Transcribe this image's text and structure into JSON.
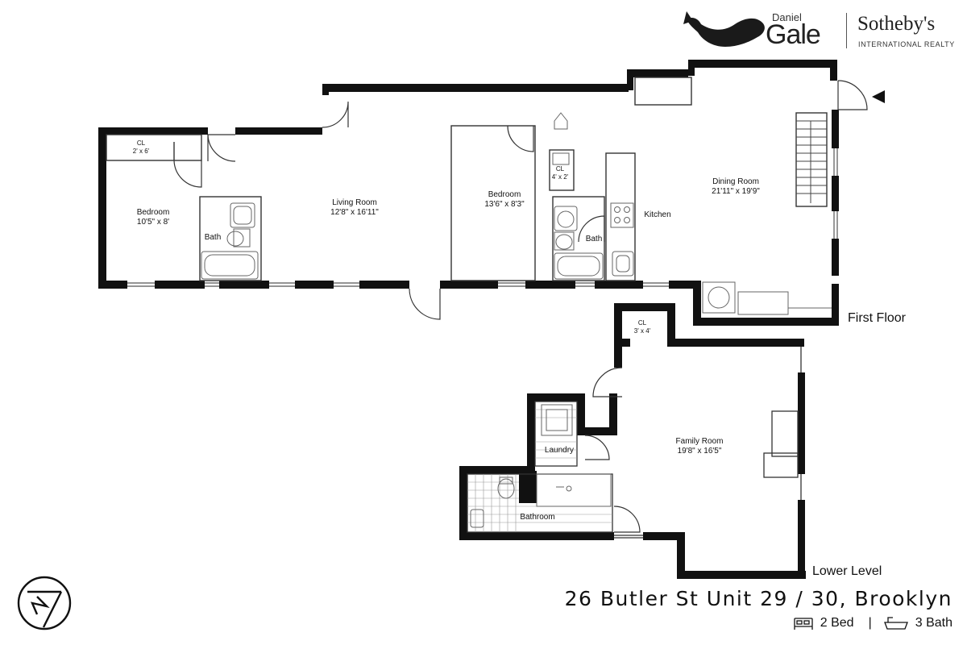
{
  "brand": {
    "daniel": "Daniel",
    "gale": "Gale",
    "sothebys": "Sotheby's",
    "international": "INTERNATIONAL REALTY",
    "logo_icon": "whale-icon"
  },
  "floors": {
    "first": "First Floor",
    "lower": "Lower Level"
  },
  "rooms": {
    "cl1_name": "CL",
    "cl1_size": "2' x 6'",
    "bedroom1_name": "Bedroom",
    "bedroom1_size": "10'5\" x 8'",
    "bath1": "Bath",
    "living_name": "Living Room",
    "living_size": "12'8\" x 16'11\"",
    "bedroom2_name": "Bedroom",
    "bedroom2_size": "13'6\" x 8'3\"",
    "cl2_name": "CL",
    "cl2_size": "4' x 2'",
    "bath2": "Bath",
    "kitchen": "Kitchen",
    "dining_name": "Dining Room",
    "dining_size": "21'11\" x 19'9\"",
    "cl3_name": "CL",
    "cl3_size": "3' x 4'",
    "family_name": "Family Room",
    "family_size": "19'8\" x 16'5\"",
    "laundry": "Laundry",
    "bathroom": "Bathroom"
  },
  "listing": {
    "address": "26 Butler St Unit 29 / 30, Brooklyn",
    "beds": "2 Bed",
    "separator": "|",
    "baths": "3 Bath",
    "bed_icon": "bed-icon",
    "bath_icon": "bathtub-icon"
  },
  "compass": {
    "label": "N",
    "icon": "north-arrow-icon"
  },
  "colors": {
    "wall": "#111111",
    "fixture": "#777777",
    "background": "#ffffff"
  }
}
